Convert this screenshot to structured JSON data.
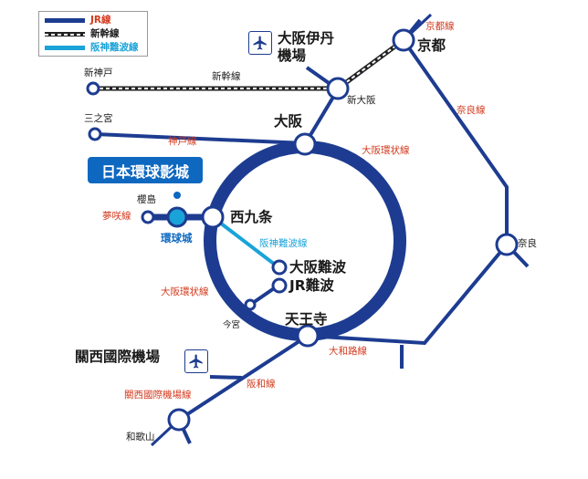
{
  "legend": {
    "jr_line": "JR線",
    "shinkansen": "新幹線",
    "hanshin_namba_line": "阪神難波線"
  },
  "stations": {
    "kyoto": "京都",
    "shin_osaka": "新大阪",
    "shin_kobe": "新神戸",
    "sannomiya": "三之宮",
    "osaka": "大阪",
    "nishikujo": "西九条",
    "sakurajima": "櫻島",
    "universal_city": "環球城",
    "osaka_namba": "大阪難波",
    "jr_namba": "JR難波",
    "imamiya": "今宮",
    "tennoji": "天王寺",
    "nara": "奈良",
    "wakayama": "和歌山"
  },
  "lines": {
    "kyoto_line": "京都線",
    "shinkansen": "新幹線",
    "nara_line_upper": "奈良線",
    "kobe_line": "神戸線",
    "osaka_loop_line_upper": "大阪環状線",
    "yumesaki_line": "夢咲線",
    "hanshin_namba_line": "阪神難波線",
    "osaka_loop_line_lower": "大阪環状線",
    "yamatoji_line": "大和路線",
    "hanwa_line": "阪和線",
    "kansai_airport_line": "關西國際機場線"
  },
  "places": {
    "usj": "日本環球影城",
    "itami_airport": "大阪伊丹\n機場",
    "kansai_airport": "關西國際機場"
  },
  "icons": {
    "airport": "airplane-icon"
  },
  "colors": {
    "jr_navy": "#1d3c91",
    "hanshin_cyan": "#1aa3d9",
    "usj_blue": "#0e68c0",
    "line_label_red": "#d23a1e"
  }
}
